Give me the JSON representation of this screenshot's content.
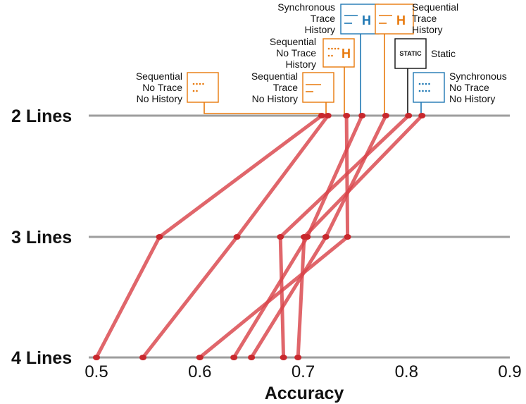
{
  "chart_data": {
    "type": "slope",
    "xlabel": "Accuracy",
    "xlim": [
      0.5,
      0.9
    ],
    "xticks": [
      0.5,
      0.6,
      0.7,
      0.8,
      0.9
    ],
    "xtick_labels": [
      "0.5",
      "0.6",
      "0.7",
      "0.8",
      "0.9"
    ],
    "rows": [
      "2 Lines",
      "3 Lines",
      "4 Lines"
    ],
    "line_color": "#d9444b",
    "series": [
      {
        "name": "Sequential No Trace No History",
        "values": [
          0.718,
          0.561,
          0.5
        ]
      },
      {
        "name": "Sequential Trace No History",
        "values": [
          0.724,
          0.636,
          0.545
        ]
      },
      {
        "name": "Sequential No Trace History",
        "values": [
          0.742,
          0.743,
          0.6
        ]
      },
      {
        "name": "Synchronous Trace History",
        "values": [
          0.757,
          0.704,
          0.633
        ]
      },
      {
        "name": "Sequential Trace History",
        "values": [
          0.78,
          0.722,
          0.65
        ]
      },
      {
        "name": "Static",
        "values": [
          0.802,
          0.678,
          0.681
        ]
      },
      {
        "name": "Synchronous No Trace No History",
        "values": [
          0.815,
          0.701,
          0.695
        ]
      }
    ],
    "legend": [
      {
        "id": "sync-trace-history",
        "lines": [
          "Synchronous",
          "Trace",
          "History"
        ],
        "color": "#1f78b4",
        "icon": "trace-history-icon"
      },
      {
        "id": "seq-trace-history",
        "lines": [
          "Sequential",
          "Trace",
          "History"
        ],
        "color": "#e8790c",
        "icon": "trace-history-icon"
      },
      {
        "id": "seq-notrace-history",
        "lines": [
          "Sequential",
          "No Trace",
          "History"
        ],
        "color": "#e8790c",
        "icon": "dots-history-icon"
      },
      {
        "id": "static",
        "lines": [
          "Static"
        ],
        "color": "#111111",
        "icon": "static-icon",
        "icon_text": "STATIC"
      },
      {
        "id": "seq-notrace-nohistory",
        "lines": [
          "Sequential",
          "No Trace",
          "No History"
        ],
        "color": "#e8790c",
        "icon": "dots-icon"
      },
      {
        "id": "seq-trace-nohistory",
        "lines": [
          "Sequential",
          "Trace",
          "No History"
        ],
        "color": "#e8790c",
        "icon": "trace-icon"
      },
      {
        "id": "sync-notrace-nohistory",
        "lines": [
          "Synchronous",
          "No Trace",
          "No History"
        ],
        "color": "#1f78b4",
        "icon": "dots-icon"
      }
    ]
  }
}
